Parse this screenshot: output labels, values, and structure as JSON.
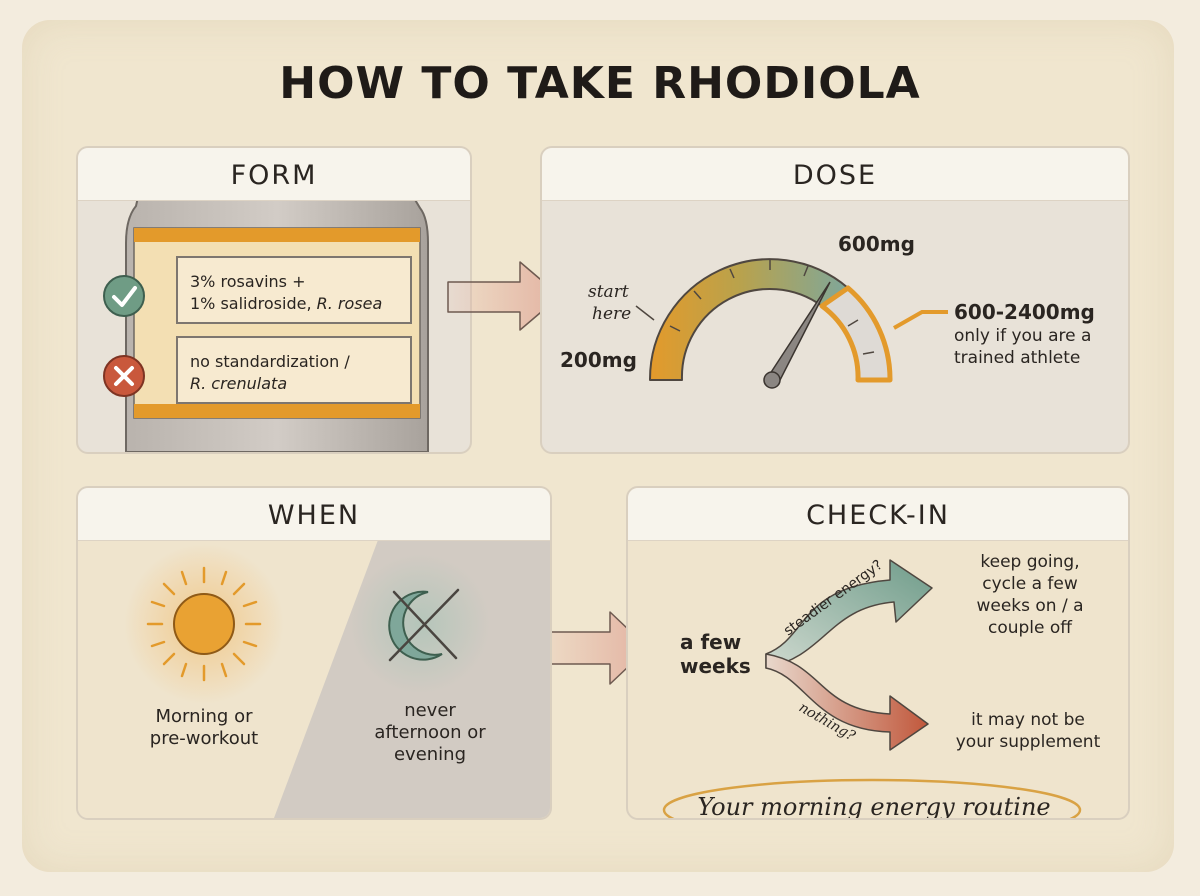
{
  "title": "HOW TO TAKE RHODIOLA",
  "form": {
    "heading": "FORM",
    "good_line1": "3% rosavins +",
    "good_line2a": "1% salidroside, ",
    "good_line2b": "R. rosea",
    "bad_line1": "no standardization /",
    "bad_line2": "R. crenulata",
    "good_icon": "check-icon",
    "bad_icon": "x-icon"
  },
  "dose": {
    "heading": "DOSE",
    "start_label_1": "start",
    "start_label_2": "here",
    "low": "200mg",
    "mid": "600mg",
    "high": "600-2400mg",
    "high_note_1": "only if you are a",
    "high_note_2": "trained athlete",
    "needle_fraction": 0.72
  },
  "when": {
    "heading": "WHEN",
    "day_label_1": "Morning or",
    "day_label_2": "pre-workout",
    "night_label_1": "never",
    "night_label_2": "afternoon or",
    "night_label_3": "evening",
    "day_icon": "sun-icon",
    "night_icon": "crossed-moon-icon"
  },
  "checkin": {
    "heading": "CHECK-IN",
    "start_1": "a few",
    "start_2": "weeks",
    "up_branch": "steadier energy?",
    "down_branch": "nothing?",
    "up_result_1": "keep going,",
    "up_result_2": "cycle a few",
    "up_result_3": "weeks on / a",
    "up_result_4": "couple off",
    "down_result_1": "it may not be",
    "down_result_2": "your supplement",
    "tagline": "Your morning energy routine"
  },
  "colors": {
    "orange": "#e39a2b",
    "teal": "#7fa79a",
    "green_check": "#6f9c85",
    "red_x": "#c9583c",
    "arrow": "#e3b3a2",
    "red_arrow": "#c76a4f"
  }
}
